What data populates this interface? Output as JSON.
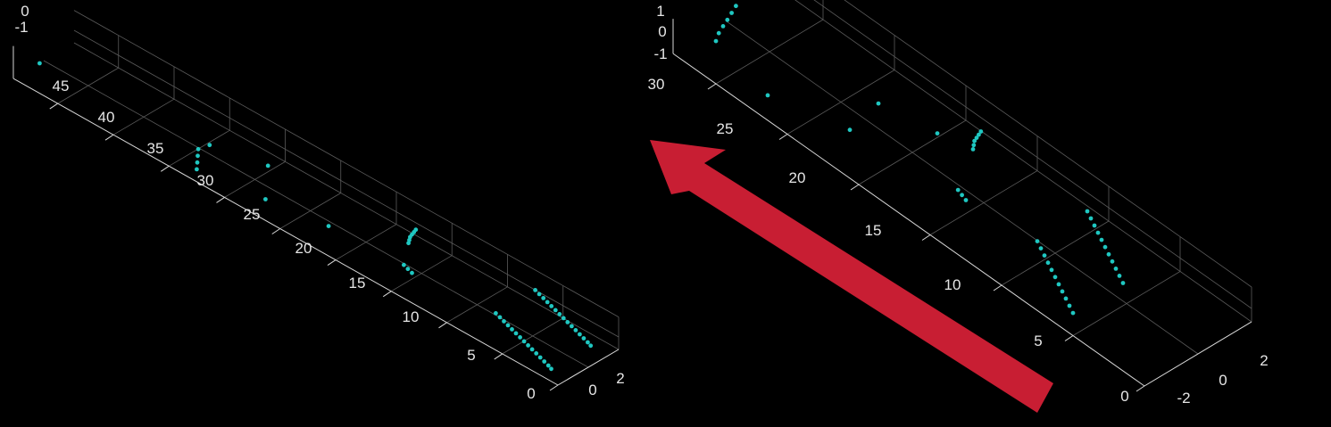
{
  "colors": {
    "background": "#000000",
    "points": "#1fc7c1",
    "arrow": "#c81e33",
    "axis": "#d8d8d8",
    "grid": "#5a5a5a"
  },
  "chart_data": [
    {
      "type": "scatter3d",
      "x_ticks": [
        "0",
        "2"
      ],
      "y_ticks": [
        "0",
        "5",
        "10",
        "15",
        "20",
        "25",
        "30",
        "35",
        "40",
        "45"
      ],
      "z_ticks": [
        "0",
        "-1"
      ],
      "grid": true,
      "points": [
        {
          "x": -1.0,
          "y": 0.6,
          "z": 0
        },
        {
          "x": -0.9,
          "y": 1.0,
          "z": 0
        },
        {
          "x": -0.8,
          "y": 1.5,
          "z": 0
        },
        {
          "x": -0.7,
          "y": 2.0,
          "z": 0
        },
        {
          "x": -0.6,
          "y": 2.5,
          "z": 0
        },
        {
          "x": -0.5,
          "y": 3.0,
          "z": 0
        },
        {
          "x": -0.4,
          "y": 3.5,
          "z": 0
        },
        {
          "x": -0.3,
          "y": 4.0,
          "z": 0
        },
        {
          "x": -0.2,
          "y": 4.5,
          "z": 0
        },
        {
          "x": -0.1,
          "y": 5.0,
          "z": 0
        },
        {
          "x": 0.0,
          "y": 5.5,
          "z": 0
        },
        {
          "x": 0.1,
          "y": 6.0,
          "z": 0
        },
        {
          "x": 0.2,
          "y": 6.5,
          "z": 0
        },
        {
          "x": 0.3,
          "y": 7.0,
          "z": 0
        },
        {
          "x": 0.4,
          "y": 7.5,
          "z": 0
        },
        {
          "x": 1.6,
          "y": 0.6,
          "z": 0
        },
        {
          "x": 1.7,
          "y": 1.0,
          "z": 0
        },
        {
          "x": 1.8,
          "y": 1.5,
          "z": 0
        },
        {
          "x": 1.9,
          "y": 2.0,
          "z": 0
        },
        {
          "x": 2.0,
          "y": 2.5,
          "z": 0
        },
        {
          "x": 2.1,
          "y": 3.0,
          "z": 0
        },
        {
          "x": 2.2,
          "y": 3.5,
          "z": 0
        },
        {
          "x": 2.3,
          "y": 4.0,
          "z": 0
        },
        {
          "x": 2.4,
          "y": 4.5,
          "z": 0
        },
        {
          "x": 2.5,
          "y": 5.0,
          "z": 0
        },
        {
          "x": 2.6,
          "y": 5.5,
          "z": 0
        },
        {
          "x": 2.7,
          "y": 6.0,
          "z": 0
        },
        {
          "x": 2.8,
          "y": 6.5,
          "z": 0
        },
        {
          "x": 2.9,
          "y": 7.0,
          "z": 0
        },
        {
          "x": 3.0,
          "y": 7.5,
          "z": 0
        },
        {
          "x": 0.0,
          "y": 14.5,
          "z": 0
        },
        {
          "x": 0.1,
          "y": 15.0,
          "z": 0
        },
        {
          "x": 0.2,
          "y": 15.5,
          "z": 0
        },
        {
          "x": 1.6,
          "y": 17.0,
          "z": 0
        },
        {
          "x": 1.8,
          "y": 17.2,
          "z": 0
        },
        {
          "x": 2.0,
          "y": 17.4,
          "z": 0
        },
        {
          "x": 2.2,
          "y": 17.5,
          "z": 0
        },
        {
          "x": 2.4,
          "y": 17.6,
          "z": 0
        },
        {
          "x": 2.6,
          "y": 17.7,
          "z": 0
        },
        {
          "x": 0.0,
          "y": 22.0,
          "z": 0
        },
        {
          "x": -0.5,
          "y": 27.0,
          "z": 0
        },
        {
          "x": 1.5,
          "y": 29.5,
          "z": 0
        },
        {
          "x": -1.0,
          "y": 32.5,
          "z": 0
        },
        {
          "x": -0.6,
          "y": 33.0,
          "z": 0
        },
        {
          "x": -0.2,
          "y": 33.5,
          "z": 0
        },
        {
          "x": 0.2,
          "y": 34.0,
          "z": 0
        },
        {
          "x": 0.8,
          "y": 33.8,
          "z": 0
        },
        {
          "x": 0.0,
          "y": 48.0,
          "z": 0
        }
      ]
    },
    {
      "type": "scatter3d",
      "x_ticks": [
        "-2",
        "0",
        "2"
      ],
      "y_ticks": [
        "0",
        "5",
        "10",
        "15",
        "20",
        "25",
        "30"
      ],
      "z_ticks": [
        "1",
        "0",
        "-1"
      ],
      "grid": true,
      "points": [
        {
          "x": -2.6,
          "y": 5.5,
          "z": 0
        },
        {
          "x": -2.4,
          "y": 6.0,
          "z": 0
        },
        {
          "x": -2.2,
          "y": 6.5,
          "z": 0
        },
        {
          "x": -2.0,
          "y": 7.0,
          "z": 0
        },
        {
          "x": -1.8,
          "y": 7.5,
          "z": 0
        },
        {
          "x": -1.6,
          "y": 8.0,
          "z": 0
        },
        {
          "x": -1.4,
          "y": 8.5,
          "z": 0
        },
        {
          "x": -1.2,
          "y": 9.0,
          "z": 0
        },
        {
          "x": -1.0,
          "y": 9.5,
          "z": 0
        },
        {
          "x": -0.8,
          "y": 10.0,
          "z": 0
        },
        {
          "x": -0.6,
          "y": 10.5,
          "z": 0
        },
        {
          "x": 0.2,
          "y": 5.5,
          "z": 0
        },
        {
          "x": 0.4,
          "y": 6.0,
          "z": 0
        },
        {
          "x": 0.6,
          "y": 6.5,
          "z": 0
        },
        {
          "x": 0.8,
          "y": 7.0,
          "z": 0
        },
        {
          "x": 1.0,
          "y": 7.5,
          "z": 0
        },
        {
          "x": 1.2,
          "y": 8.0,
          "z": 0
        },
        {
          "x": 1.4,
          "y": 8.5,
          "z": 0
        },
        {
          "x": 1.6,
          "y": 9.0,
          "z": 0
        },
        {
          "x": 1.8,
          "y": 9.5,
          "z": 0
        },
        {
          "x": 2.0,
          "y": 10.0,
          "z": 0
        },
        {
          "x": 2.2,
          "y": 10.5,
          "z": 0
        },
        {
          "x": -1.0,
          "y": 15.0,
          "z": 0
        },
        {
          "x": -0.9,
          "y": 15.4,
          "z": 0
        },
        {
          "x": -0.8,
          "y": 15.8,
          "z": 0
        },
        {
          "x": 1.4,
          "y": 17.5,
          "z": 0
        },
        {
          "x": 1.6,
          "y": 17.7,
          "z": 0
        },
        {
          "x": 1.8,
          "y": 17.9,
          "z": 0
        },
        {
          "x": 2.0,
          "y": 18.0,
          "z": 0
        },
        {
          "x": 2.2,
          "y": 18.1,
          "z": 0
        },
        {
          "x": 2.4,
          "y": 18.2,
          "z": 0
        },
        {
          "x": -1.5,
          "y": 22.5,
          "z": 0
        },
        {
          "x": 0.5,
          "y": 23.0,
          "z": 0
        },
        {
          "x": 1.0,
          "y": 19.5,
          "z": 0
        },
        {
          "x": -2.5,
          "y": 27.0,
          "z": 0
        },
        {
          "x": -1.8,
          "y": 31.5,
          "z": 0.1
        },
        {
          "x": -1.4,
          "y": 31.8,
          "z": 0.15
        },
        {
          "x": -1.0,
          "y": 32.0,
          "z": 0.2
        },
        {
          "x": -0.6,
          "y": 32.2,
          "z": 0.2
        },
        {
          "x": -0.2,
          "y": 32.4,
          "z": 0.25
        },
        {
          "x": 0.2,
          "y": 32.6,
          "z": 0.3
        }
      ]
    }
  ],
  "annotation": {
    "icon": "arrow-icon",
    "direction": "up-left",
    "color": "#c81e33"
  }
}
